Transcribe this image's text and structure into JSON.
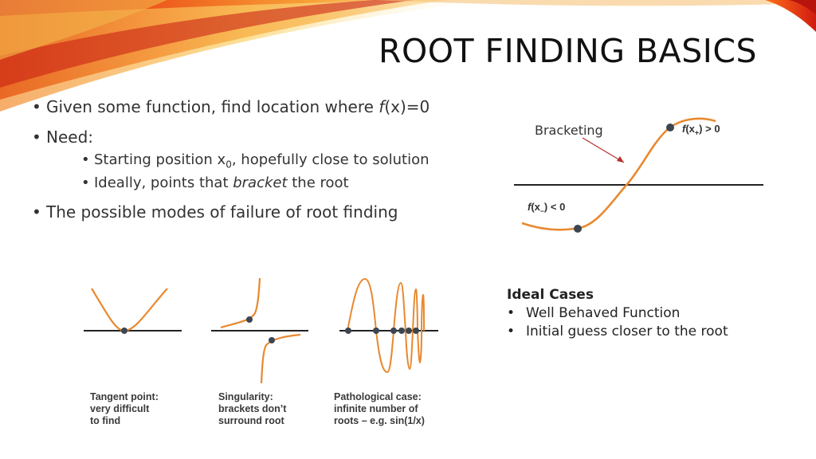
{
  "title": "ROOT FINDING BASICS",
  "bullets": {
    "b1_prefix": "Given some function, find location where ",
    "b1_f": "f",
    "b1_suffix": "(x)=0",
    "b2": "Need:",
    "b2_sub1_prefix": "Starting position x",
    "b2_sub1_subscript": "0",
    "b2_sub1_suffix": ", hopefully close to solution",
    "b2_sub2_prefix": "Ideally, points that ",
    "b2_sub2_em": "bracket",
    "b2_sub2_suffix": " the root",
    "b3": "The possible modes of failure of root finding"
  },
  "bracket_fig": {
    "label": "Bracketing",
    "fplus_f": "f",
    "fplus_rest": "(x",
    "fplus_sub": "+",
    "fplus_end": ") > 0",
    "fminus_f": "f",
    "fminus_rest": "(x",
    "fminus_sub": "–",
    "fminus_end": ") < 0"
  },
  "failure_cases": [
    {
      "caption": "Tangent point:\nvery difficult\nto find"
    },
    {
      "caption": "Singularity:\nbrackets don’t\nsurround root"
    },
    {
      "caption": "Pathological case:\ninfinite number of\nroots – e.g. sin(1/x)"
    }
  ],
  "ideal": {
    "heading": "Ideal Cases",
    "items": [
      "Well Behaved Function",
      "Initial guess closer to the root"
    ]
  },
  "colors": {
    "curve": "#e8892f",
    "dot": "#3d4650",
    "axis": "#222222",
    "arrow": "#b8302a"
  }
}
